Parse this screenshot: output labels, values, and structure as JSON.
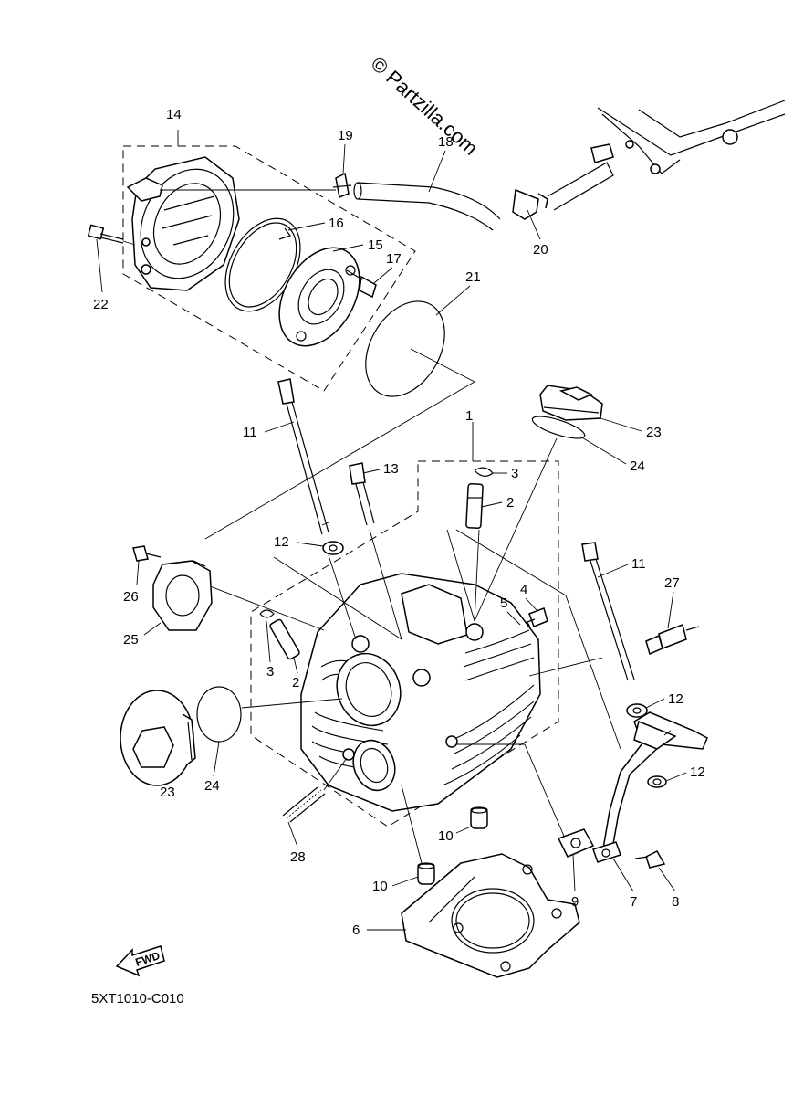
{
  "watermark": "© Partzilla.com",
  "diagram_code": "5XT1010-C010",
  "fwd_label": "FWD",
  "labels": {
    "l1": "1",
    "l2a": "2",
    "l2b": "2",
    "l3a": "3",
    "l3b": "3",
    "l4": "4",
    "l5": "5",
    "l6": "6",
    "l7": "7",
    "l8": "8",
    "l9": "9",
    "l10a": "10",
    "l10b": "10",
    "l11a": "11",
    "l11b": "11",
    "l12a": "12",
    "l12b": "12",
    "l12c": "12",
    "l13": "13",
    "l14": "14",
    "l15": "15",
    "l16": "16",
    "l17": "17",
    "l18": "18",
    "l19": "19",
    "l20": "20",
    "l21": "21",
    "l22": "22",
    "l23a": "23",
    "l23b": "23",
    "l24a": "24",
    "l24b": "24",
    "l25": "25",
    "l26": "26",
    "l27": "27",
    "l28": "28"
  }
}
